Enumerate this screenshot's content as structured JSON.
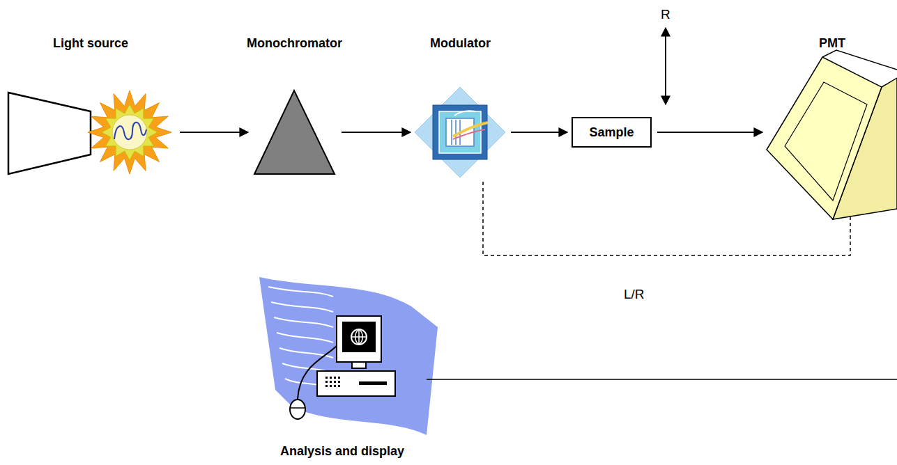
{
  "diagram": {
    "nodes": [
      {
        "text": [
          "Light source"
        ]
      },
      {
        "text": [
          "Monochromator"
        ]
      },
      {
        "text": [
          "Modulator"
        ]
      },
      {
        "text": [
          "Sample"
        ]
      },
      {
        "text": [
          "PMT"
        ]
      },
      {
        "text": [
          "Analysis and display"
        ]
      }
    ],
    "edges": [
      {
        "from": 0,
        "to": 1,
        "arrow": "to"
      },
      {
        "from": 1,
        "to": 2,
        "arrow": "to"
      },
      {
        "from": 2,
        "to": 3,
        "arrow": "to"
      },
      {
        "from": 3,
        "to": 4,
        "arrow": "to"
      },
      {
        "from": 2,
        "to": 4,
        "arrow": "none",
        "label": "L/R"
      }
    ],
    "labels": [
      "R"
    ]
  }
}
